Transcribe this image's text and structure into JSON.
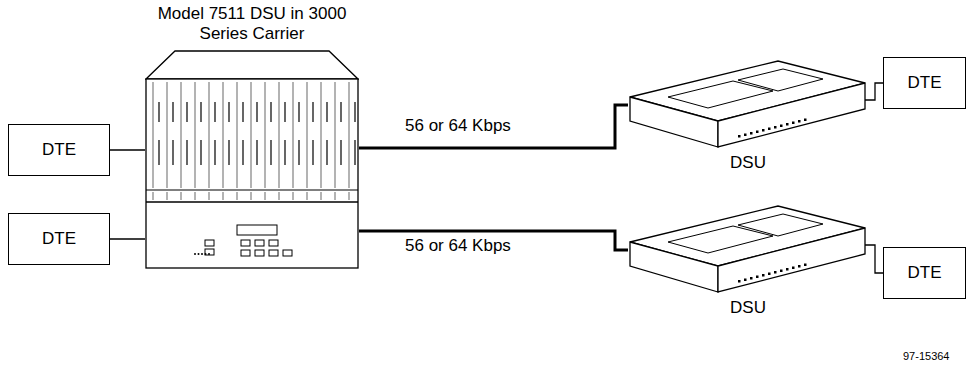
{
  "diagram": {
    "nodes": [
      {
        "text": [
          "Model 7511 DSU in 3000 Series Carrier"
        ]
      },
      {
        "text": [
          "DTE"
        ]
      },
      {
        "text": [
          "DTE"
        ]
      },
      {
        "text": [
          "DSU"
        ]
      },
      {
        "text": [
          "DTE"
        ]
      },
      {
        "text": [
          "DSU"
        ]
      },
      {
        "text": [
          "DTE"
        ]
      }
    ],
    "edges": [
      {
        "from": 1,
        "to": 0,
        "arrow": "none"
      },
      {
        "from": 2,
        "to": 0,
        "arrow": "none"
      },
      {
        "from": 0,
        "to": 3,
        "label": "56 or 64 Kbps",
        "arrow": "none"
      },
      {
        "from": 0,
        "to": 5,
        "label": "56 or 64 Kbps",
        "arrow": "none"
      },
      {
        "from": 3,
        "to": 4,
        "arrow": "none"
      },
      {
        "from": 5,
        "to": 6,
        "arrow": "none"
      }
    ],
    "labels": [
      "97-15364"
    ]
  }
}
